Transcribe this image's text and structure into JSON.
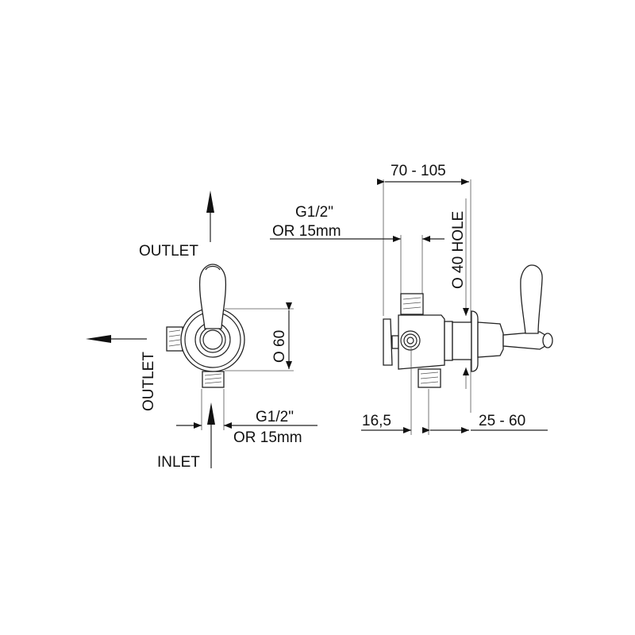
{
  "drawing": {
    "front_view": {
      "outlet_top_label": "OUTLET",
      "outlet_side_label": "OUTLET",
      "inlet_label": "INLET",
      "diameter_label": "O 60",
      "thread_label_line1": "G1/2\"",
      "thread_label_line2": "OR 15mm"
    },
    "side_view": {
      "overall_depth_label": "70 - 105",
      "thread_label_line1": "G1/2\"",
      "thread_label_line2": "OR 15mm",
      "hole_label": "O 40 HOLE",
      "offset_label": "16,5",
      "wall_range_label": "25 - 60"
    }
  },
  "colors": {
    "line": "#222222",
    "background": "#ffffff"
  }
}
